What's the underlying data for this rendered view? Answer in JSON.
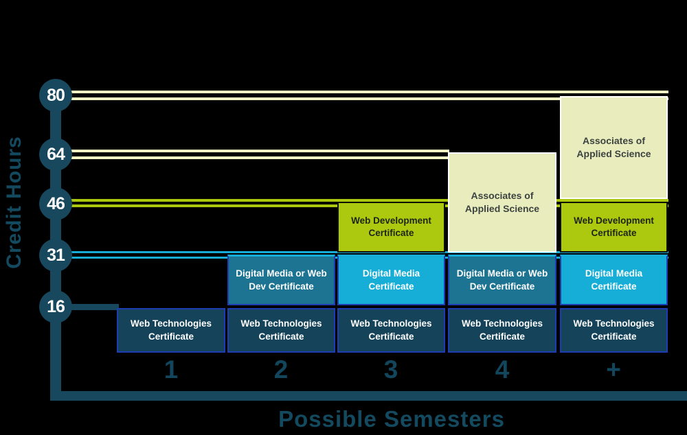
{
  "y_axis": {
    "title": "Credit Hours",
    "ticks": [
      "80",
      "64",
      "46",
      "31",
      "16"
    ]
  },
  "x_axis": {
    "title": "Possible Semesters",
    "categories": [
      "1",
      "2",
      "3",
      "4",
      "+"
    ]
  },
  "colors": {
    "background": "#000000",
    "axis": "#17485d",
    "axis_title_text": "#134a5f",
    "dark_teal": "#14435a",
    "medium_teal": "#1d7492",
    "cyan": "#16aed6",
    "green": "#adc90f",
    "pale": "#e9edbd",
    "pale_line": "#f2f6c3",
    "block_border_blue": "#1f3db3",
    "block_text_light": "#ffffff",
    "block_text_dark": "#1d2418"
  },
  "chart_data": {
    "type": "bar",
    "stacked": true,
    "xlabel": "Possible Semesters",
    "ylabel": "Credit Hours",
    "x_categories": [
      "1",
      "2",
      "3",
      "4",
      "+"
    ],
    "y_ticks": [
      16,
      31,
      46,
      64,
      80
    ],
    "ylim": [
      0,
      80
    ],
    "legend_position": "none",
    "grid": false,
    "milestone_line_colors": {
      "16": "dark_teal",
      "31": "cyan",
      "46": "green",
      "64": "pale_line",
      "80": "pale_line"
    },
    "columns": [
      {
        "semester": "1",
        "segments": [
          {
            "label": "Web Technologies Certificate",
            "lines": [
              "Web Technologies",
              "Certificate"
            ],
            "credits_from": 0,
            "credits_to": 16,
            "color_key": "dark_teal"
          }
        ]
      },
      {
        "semester": "2",
        "segments": [
          {
            "label": "Web Technologies Certificate",
            "lines": [
              "Web Technologies",
              "Certificate"
            ],
            "credits_from": 0,
            "credits_to": 16,
            "color_key": "dark_teal"
          },
          {
            "label": "Digital Media or Web Dev Certificate",
            "lines": [
              "Digital Media or Web",
              "Dev Certificate"
            ],
            "credits_from": 16,
            "credits_to": 31,
            "color_key": "medium_teal"
          }
        ]
      },
      {
        "semester": "3",
        "segments": [
          {
            "label": "Web Technologies Certificate",
            "lines": [
              "Web Technologies",
              "Certificate"
            ],
            "credits_from": 0,
            "credits_to": 16,
            "color_key": "dark_teal"
          },
          {
            "label": "Digital Media Certificate",
            "lines": [
              "Digital Media",
              "Certificate"
            ],
            "credits_from": 16,
            "credits_to": 31,
            "color_key": "cyan"
          },
          {
            "label": "Web Development Certificate",
            "lines": [
              "Web Development",
              "Certificate"
            ],
            "credits_from": 31,
            "credits_to": 46,
            "color_key": "green"
          }
        ]
      },
      {
        "semester": "4",
        "segments": [
          {
            "label": "Web Technologies Certificate",
            "lines": [
              "Web Technologies",
              "Certificate"
            ],
            "credits_from": 0,
            "credits_to": 16,
            "color_key": "dark_teal"
          },
          {
            "label": "Digital Media or Web Dev Certificate",
            "lines": [
              "Digital Media or Web",
              "Dev Certificate"
            ],
            "credits_from": 16,
            "credits_to": 31,
            "color_key": "medium_teal"
          },
          {
            "label": "Associates of Applied Science",
            "lines": [
              "Associates of",
              "Applied Science"
            ],
            "credits_from": 31,
            "credits_to": 64,
            "color_key": "pale"
          }
        ]
      },
      {
        "semester": "+",
        "segments": [
          {
            "label": "Web Technologies Certificate",
            "lines": [
              "Web Technologies",
              "Certificate"
            ],
            "credits_from": 0,
            "credits_to": 16,
            "color_key": "dark_teal"
          },
          {
            "label": "Digital Media Certificate",
            "lines": [
              "Digital Media",
              "Certificate"
            ],
            "credits_from": 16,
            "credits_to": 31,
            "color_key": "cyan"
          },
          {
            "label": "Web Development Certificate",
            "lines": [
              "Web Development",
              "Certificate"
            ],
            "credits_from": 31,
            "credits_to": 46,
            "color_key": "green"
          },
          {
            "label": "Associates of Applied Science",
            "lines": [
              "Associates of",
              "Applied Science"
            ],
            "credits_from": 46,
            "credits_to": 80,
            "color_key": "pale"
          }
        ]
      }
    ]
  }
}
